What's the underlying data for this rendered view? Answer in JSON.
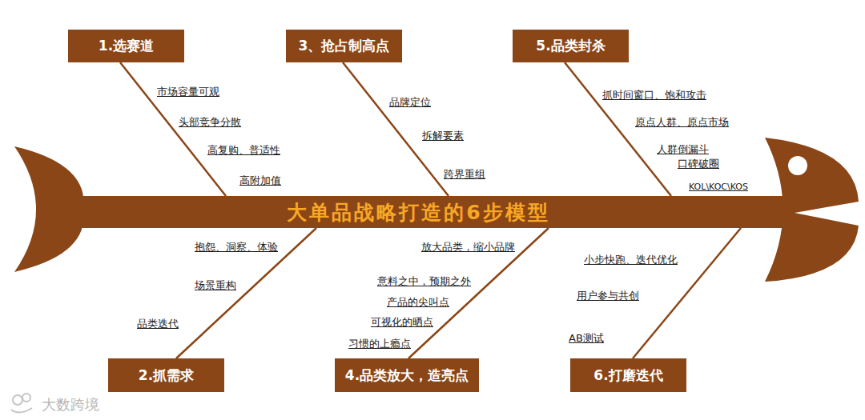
{
  "diagram": {
    "nodes": [
      {
        "text": [
          "1.选赛道"
        ]
      },
      {
        "text": [
          "3、抢占制高点"
        ]
      },
      {
        "text": [
          "5.品类封杀"
        ]
      },
      {
        "text": [
          "大单品战略打造的6步模型"
        ]
      },
      {
        "text": [
          "2.抓需求"
        ]
      },
      {
        "text": [
          "4.品类放大，造亮点"
        ]
      },
      {
        "text": [
          "6.打磨迭代"
        ]
      }
    ],
    "edges": [
      {
        "from": 0,
        "to": 3,
        "arrow": "none"
      },
      {
        "from": 1,
        "to": 3,
        "arrow": "none"
      },
      {
        "from": 2,
        "to": 3,
        "arrow": "none"
      },
      {
        "from": 4,
        "to": 3,
        "arrow": "none"
      },
      {
        "from": 5,
        "to": 3,
        "arrow": "none"
      },
      {
        "from": 6,
        "to": 3,
        "arrow": "none"
      }
    ],
    "labels": [
      "市场容量可观",
      "头部竞争分散",
      "高复购、普适性",
      "高附加值",
      "品牌定位",
      "拆解要素",
      "跨界重组",
      "抓时间窗口、饱和攻击",
      "原点人群、原点市场",
      "人群倒漏斗",
      "口碑破圈",
      "KOL\\KOC\\KOS",
      "抱怨、洞察、体验",
      "场景重构",
      "品类迭代",
      "放大品类，缩小品牌",
      "意料之中，预期之外",
      "产品的尖叫点",
      "可视化的晒点",
      "习惯的上瘾点",
      "小步快跑、迭代优化",
      "用户参与共创",
      "AB测试",
      "大数跨境"
    ]
  }
}
